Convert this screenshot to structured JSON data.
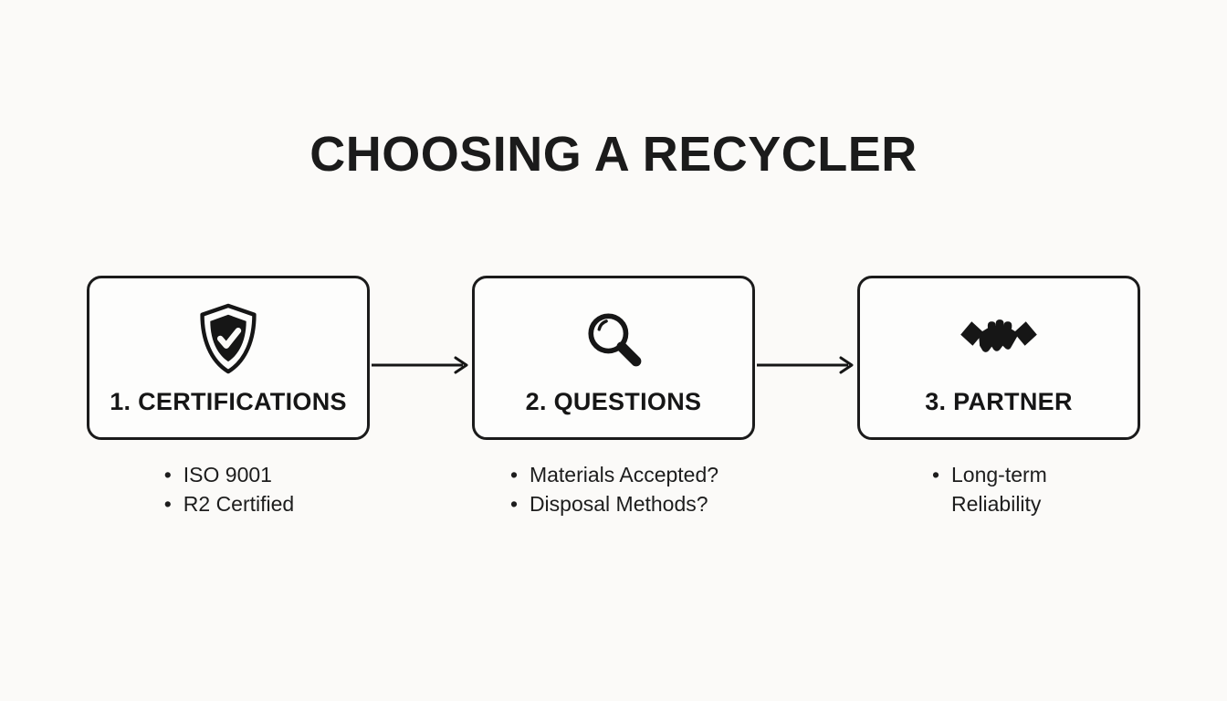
{
  "title": "CHOOSING A RECYCLER",
  "steps": [
    {
      "label": "1. CERTIFICATIONS",
      "icon": "shield-check-icon",
      "bullets": [
        "ISO 9001",
        "R2 Certified"
      ]
    },
    {
      "label": "2. QUESTIONS",
      "icon": "magnifier-icon",
      "bullets": [
        "Materials Accepted?",
        "Disposal Methods?"
      ]
    },
    {
      "label": "3. PARTNER",
      "icon": "handshake-icon",
      "bullets": [
        "Long-term Reliability"
      ]
    }
  ],
  "colors": {
    "ink": "#161616",
    "background": "#fbfaf8"
  }
}
